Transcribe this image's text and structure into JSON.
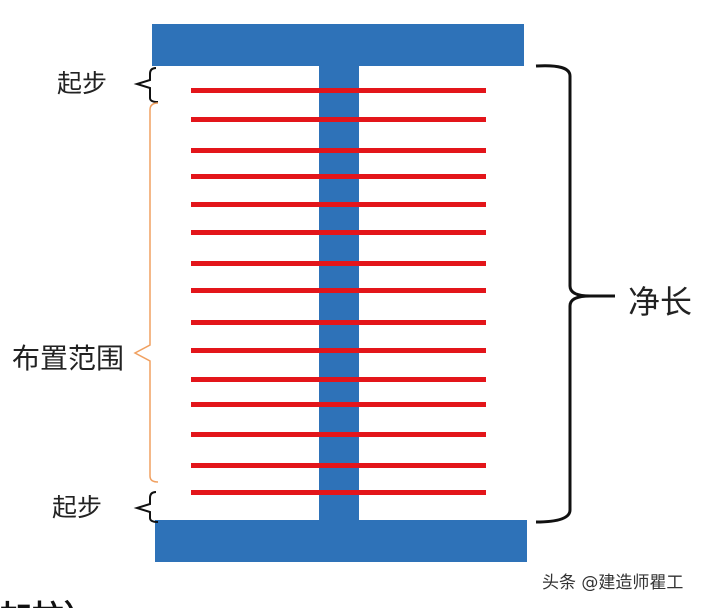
{
  "labels": {
    "start_top": "起步",
    "range": "布置范围",
    "start_bottom": "起步",
    "net_length": "净长"
  },
  "watermark": "头条 @建造师瞿工",
  "bottom_cut_text": "加柱）",
  "colors": {
    "beam": "#2e72b8",
    "stirrup": "#e3151a",
    "range_bracket": "#f0a060",
    "bracket": "#111111"
  },
  "stirrup_count": 15
}
